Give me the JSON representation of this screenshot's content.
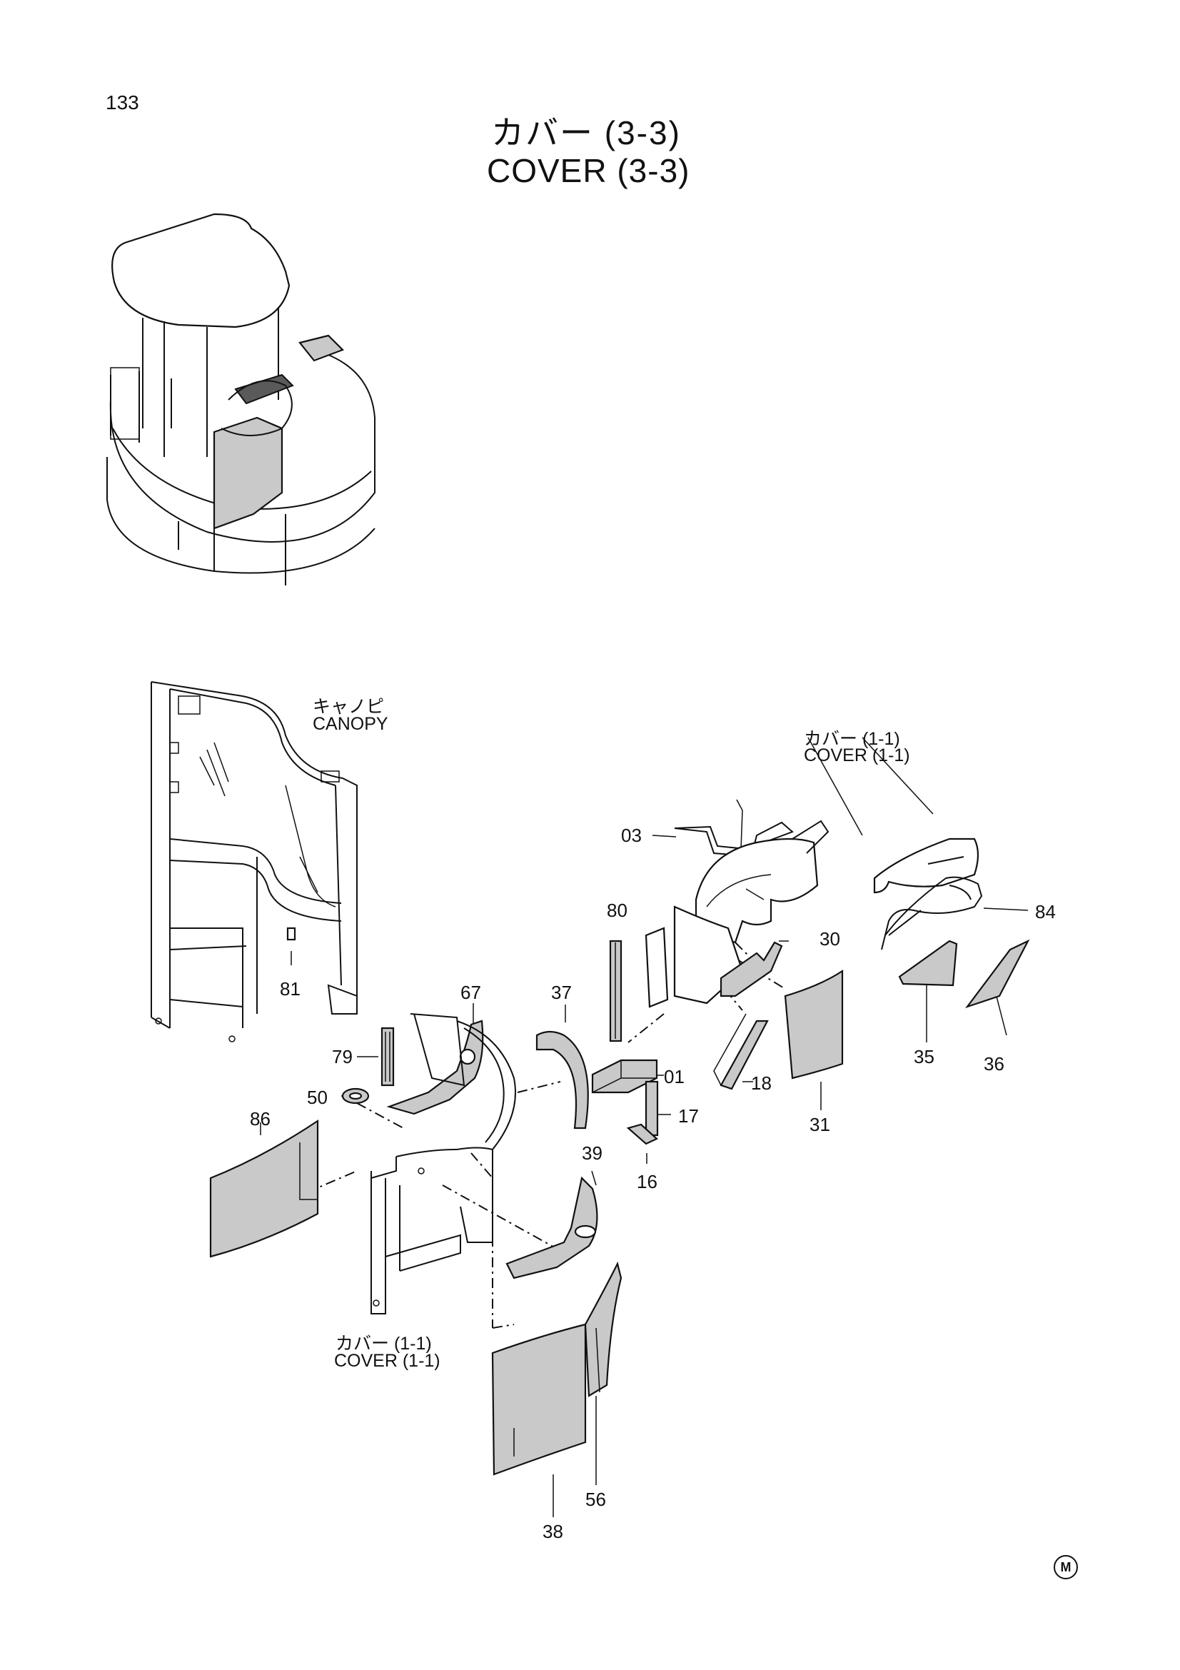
{
  "page_number": "133",
  "title": {
    "jp": "カバー (3-3)",
    "en": "COVER (3-3)"
  },
  "labels": {
    "canopy_jp": "キャノピ",
    "canopy_en": "CANOPY",
    "cover_upper_jp": "カバー (1-1)",
    "cover_upper_en": "COVER (1-1)",
    "cover_lower_jp": "カバー (1-1)",
    "cover_lower_en": "COVER (1-1)"
  },
  "callouts": {
    "c03": "03",
    "c80": "80",
    "c30": "30",
    "c84": "84",
    "c81": "81",
    "c67": "67",
    "c37": "37",
    "c79": "79",
    "c01": "01",
    "c18": "18",
    "c35": "35",
    "c36": "36",
    "c50": "50",
    "c17": "17",
    "c31": "31",
    "c86": "86",
    "c16": "16",
    "c39": "39",
    "c56": "56",
    "c38": "38"
  },
  "mark": "M"
}
